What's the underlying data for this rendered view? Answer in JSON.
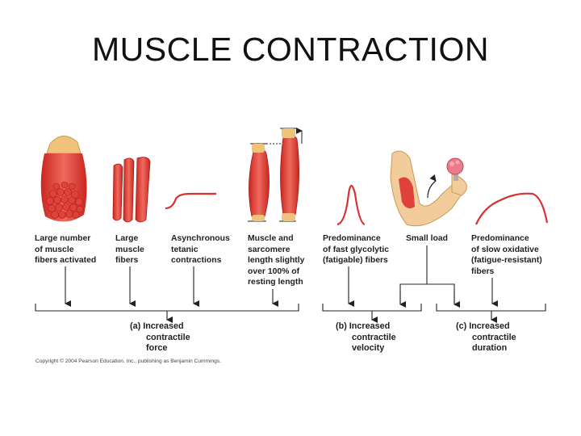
{
  "title": "MUSCLE CONTRACTION",
  "factors": [
    "Large number\nof muscle\nfibers activated",
    "Large\nmuscle\nfibers",
    "Asynchronous\ntetanic\ncontractions",
    "Muscle and\nsarcomere\nlength slightly\nover 100% of\nresting length",
    "Predominance\nof fast glycolytic\n(fatigable) fibers",
    "Small load",
    "Predominance\nof slow oxidative\n(fatigue-resistant)\nfibers"
  ],
  "outcomes": {
    "a": {
      "label": "(a) Increased",
      "line2": "contractile",
      "line3": "force"
    },
    "b": {
      "label": "(b) Increased",
      "line2": "contractile",
      "line3": "velocity"
    },
    "c": {
      "label": "(c) Increased",
      "line2": "contractile",
      "line3": "duration"
    }
  },
  "copyright": "Copyright © 2004 Pearson Education, Inc., publishing as Benjamin Cummings.",
  "colors": {
    "muscle": "#d9312f",
    "muscle_light": "#ec6d63",
    "tendon": "#f1c27a",
    "line": "#222222",
    "skin": "#f2cc9a"
  }
}
